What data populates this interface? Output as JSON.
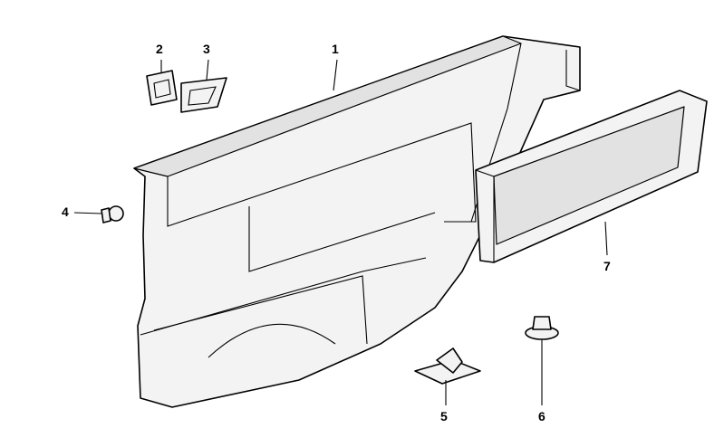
{
  "diagram": {
    "callouts": [
      {
        "id": "1"
      },
      {
        "id": "2"
      },
      {
        "id": "3"
      },
      {
        "id": "4"
      },
      {
        "id": "5"
      },
      {
        "id": "6"
      },
      {
        "id": "7"
      }
    ]
  }
}
